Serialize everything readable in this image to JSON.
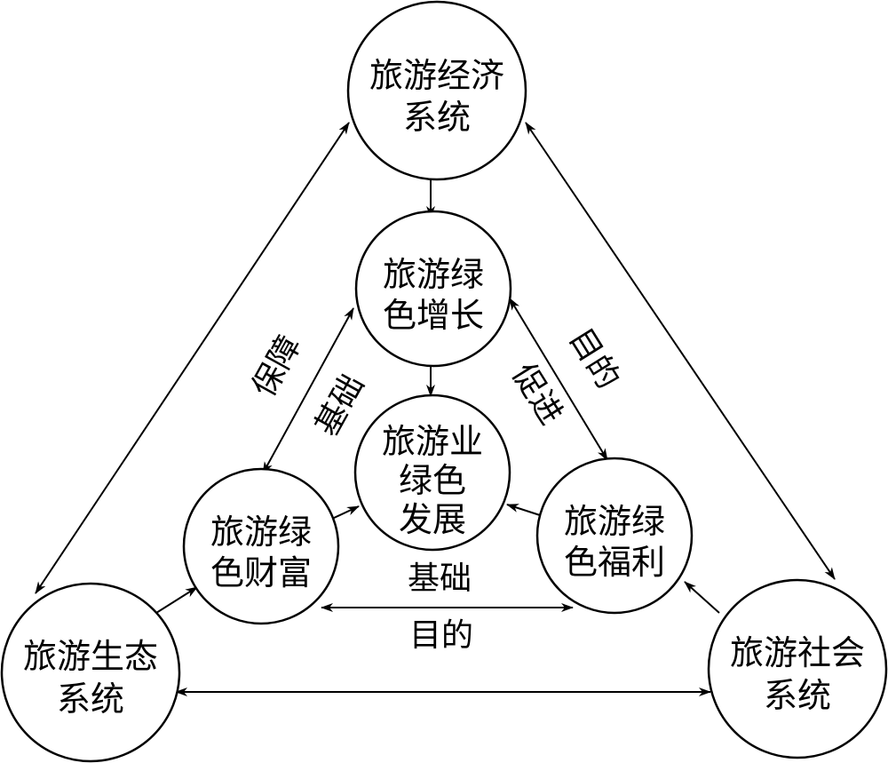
{
  "nodes": {
    "economy": {
      "line1": "旅游经济",
      "line2": "系统"
    },
    "ecology": {
      "line1": "旅游生态",
      "line2": "系统"
    },
    "society": {
      "line1": "旅游社会",
      "line2": "系统"
    },
    "growth": {
      "line1": "旅游绿",
      "line2": "色增长"
    },
    "wealth": {
      "line1": "旅游绿",
      "line2": "色财富"
    },
    "welfare": {
      "line1": "旅游绿",
      "line2": "色福利"
    },
    "center": {
      "line1": "旅游业",
      "line2": "绿色",
      "line3": "发展"
    }
  },
  "edge_labels": {
    "growth_wealth_outer": "保障",
    "growth_wealth_inner": "基础",
    "growth_welfare_outer": "目的",
    "growth_welfare_inner": "促进",
    "wealth_welfare_top": "基础",
    "wealth_welfare_bottom": "目的"
  },
  "colors": {
    "stroke": "#000000",
    "fill": "#ffffff"
  }
}
